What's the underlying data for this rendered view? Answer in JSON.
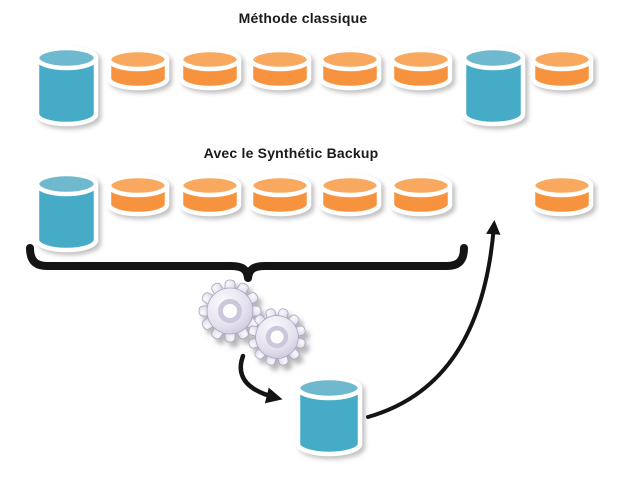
{
  "diagram": {
    "title_classic": "Méthode classique",
    "title_synthetic": "Avec le Synthétic Backup"
  },
  "rows": {
    "classic": [
      "full",
      "inc",
      "inc",
      "inc",
      "inc",
      "inc",
      "full",
      "inc"
    ],
    "synthetic": [
      "full",
      "inc",
      "inc",
      "inc",
      "inc",
      "inc",
      "none",
      "inc"
    ]
  },
  "result_cylinder": "full",
  "icons": {
    "gears": "merge-gears-icon",
    "brace": "grouping-brace",
    "arrow_down": "arrow-gears-to-result",
    "arrow_up": "arrow-result-to-backup-set"
  },
  "colors": {
    "full_backup_body": "#45ABC7",
    "full_backup_top": "#6FB9CE",
    "incremental_body": "#F7923F",
    "incremental_top": "#F9A95F",
    "cylinder_border": "#FFFFFF",
    "line_black": "#141414",
    "gear_light": "#FAF9FC",
    "gear_mid": "#E4E1EE",
    "gear_dark": "#BDB7CE",
    "gear_ring": "#CCC7DA"
  }
}
